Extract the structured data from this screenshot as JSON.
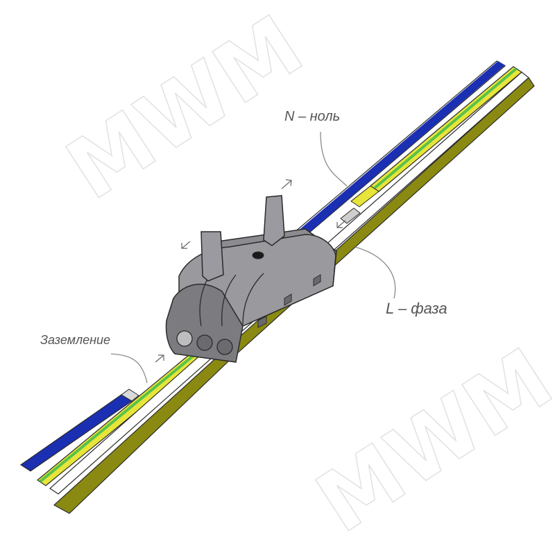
{
  "labels": {
    "neutral": "N – ноль",
    "phase": "L – фаза",
    "ground": "Заземление"
  },
  "watermark": {
    "text": "MWM"
  },
  "colors": {
    "neutral_wire": "#1b2fb3",
    "ground_yellow": "#e7e43a",
    "ground_green": "#58c24a",
    "phase_wire": "#8a8a12",
    "connector_body": "#8c8c90",
    "connector_dark": "#5a5a5e",
    "outline": "#2a2a2a",
    "copper_core": "#b5b5b5"
  },
  "icons": [
    "insert-arrow-icon",
    "lever-arrow-icon"
  ]
}
